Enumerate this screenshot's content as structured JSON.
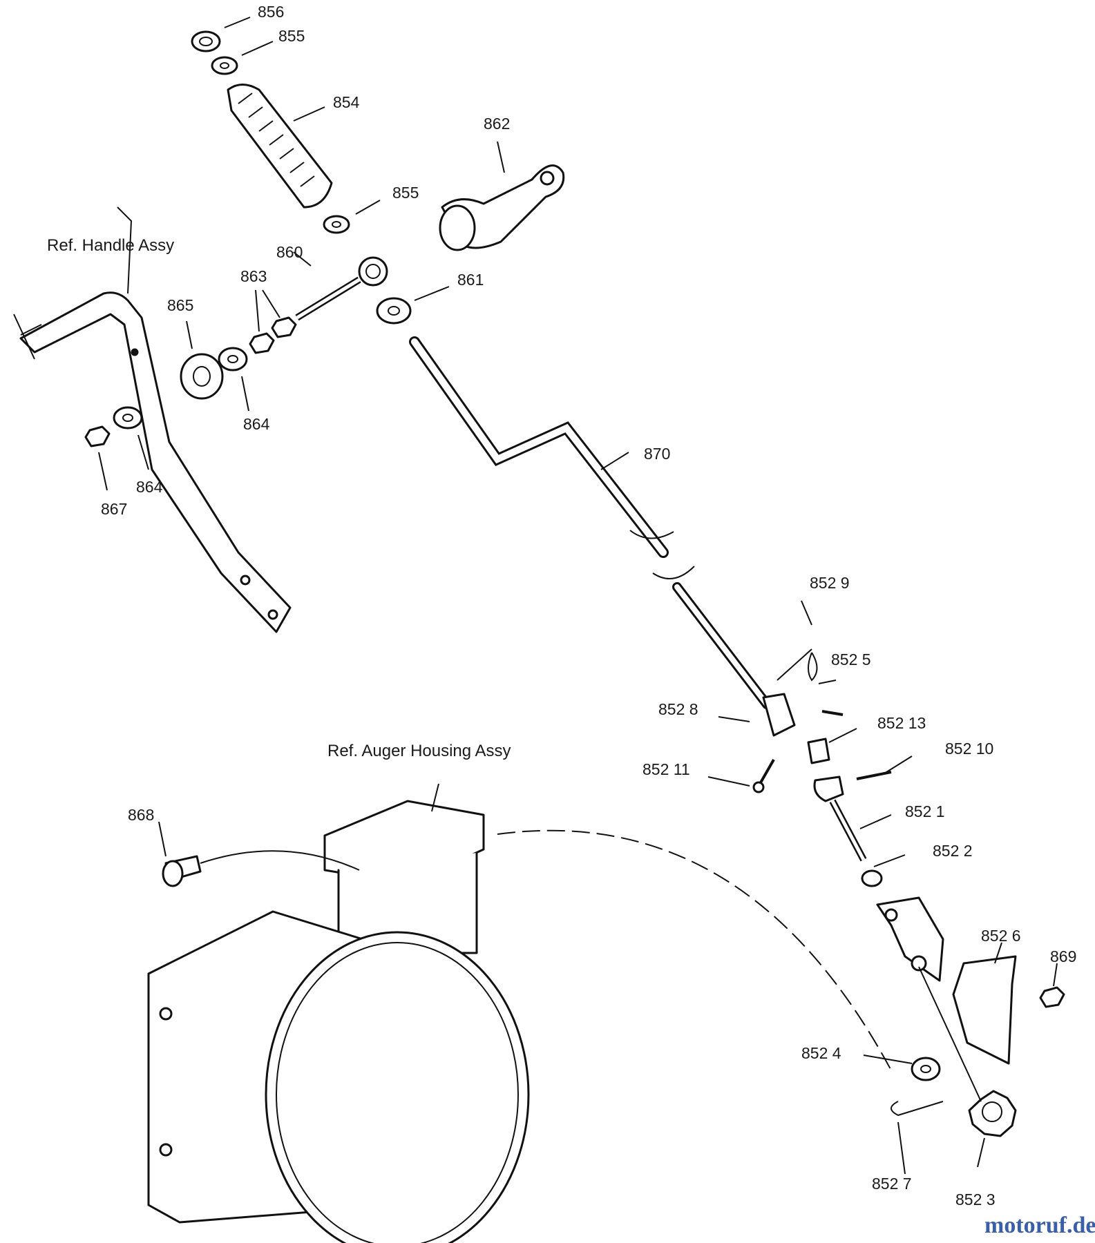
{
  "references": {
    "handle": "Ref. Handle Assy",
    "auger_housing": "Ref. Auger Housing Assy"
  },
  "labels": {
    "p856": "856",
    "p855_top": "855",
    "p854": "854",
    "p862": "862",
    "p855_mid": "855",
    "p860": "860",
    "p861": "861",
    "p863": "863",
    "p865": "865",
    "p864_upper": "864",
    "p864_lower": "864",
    "p867": "867",
    "p870": "870",
    "p852_9": "852  9",
    "p852_5": "852  5",
    "p852_8": "852  8",
    "p852_13": "852  13",
    "p852_10": "852  10",
    "p852_11": "852  11",
    "p852_1": "852  1",
    "p852_2": "852  2",
    "p868": "868",
    "p852_6": "852  6",
    "p869": "869",
    "p852_4": "852  4",
    "p852_7": "852  7",
    "p852_3": "852  3"
  },
  "watermark": "motoruf.de"
}
